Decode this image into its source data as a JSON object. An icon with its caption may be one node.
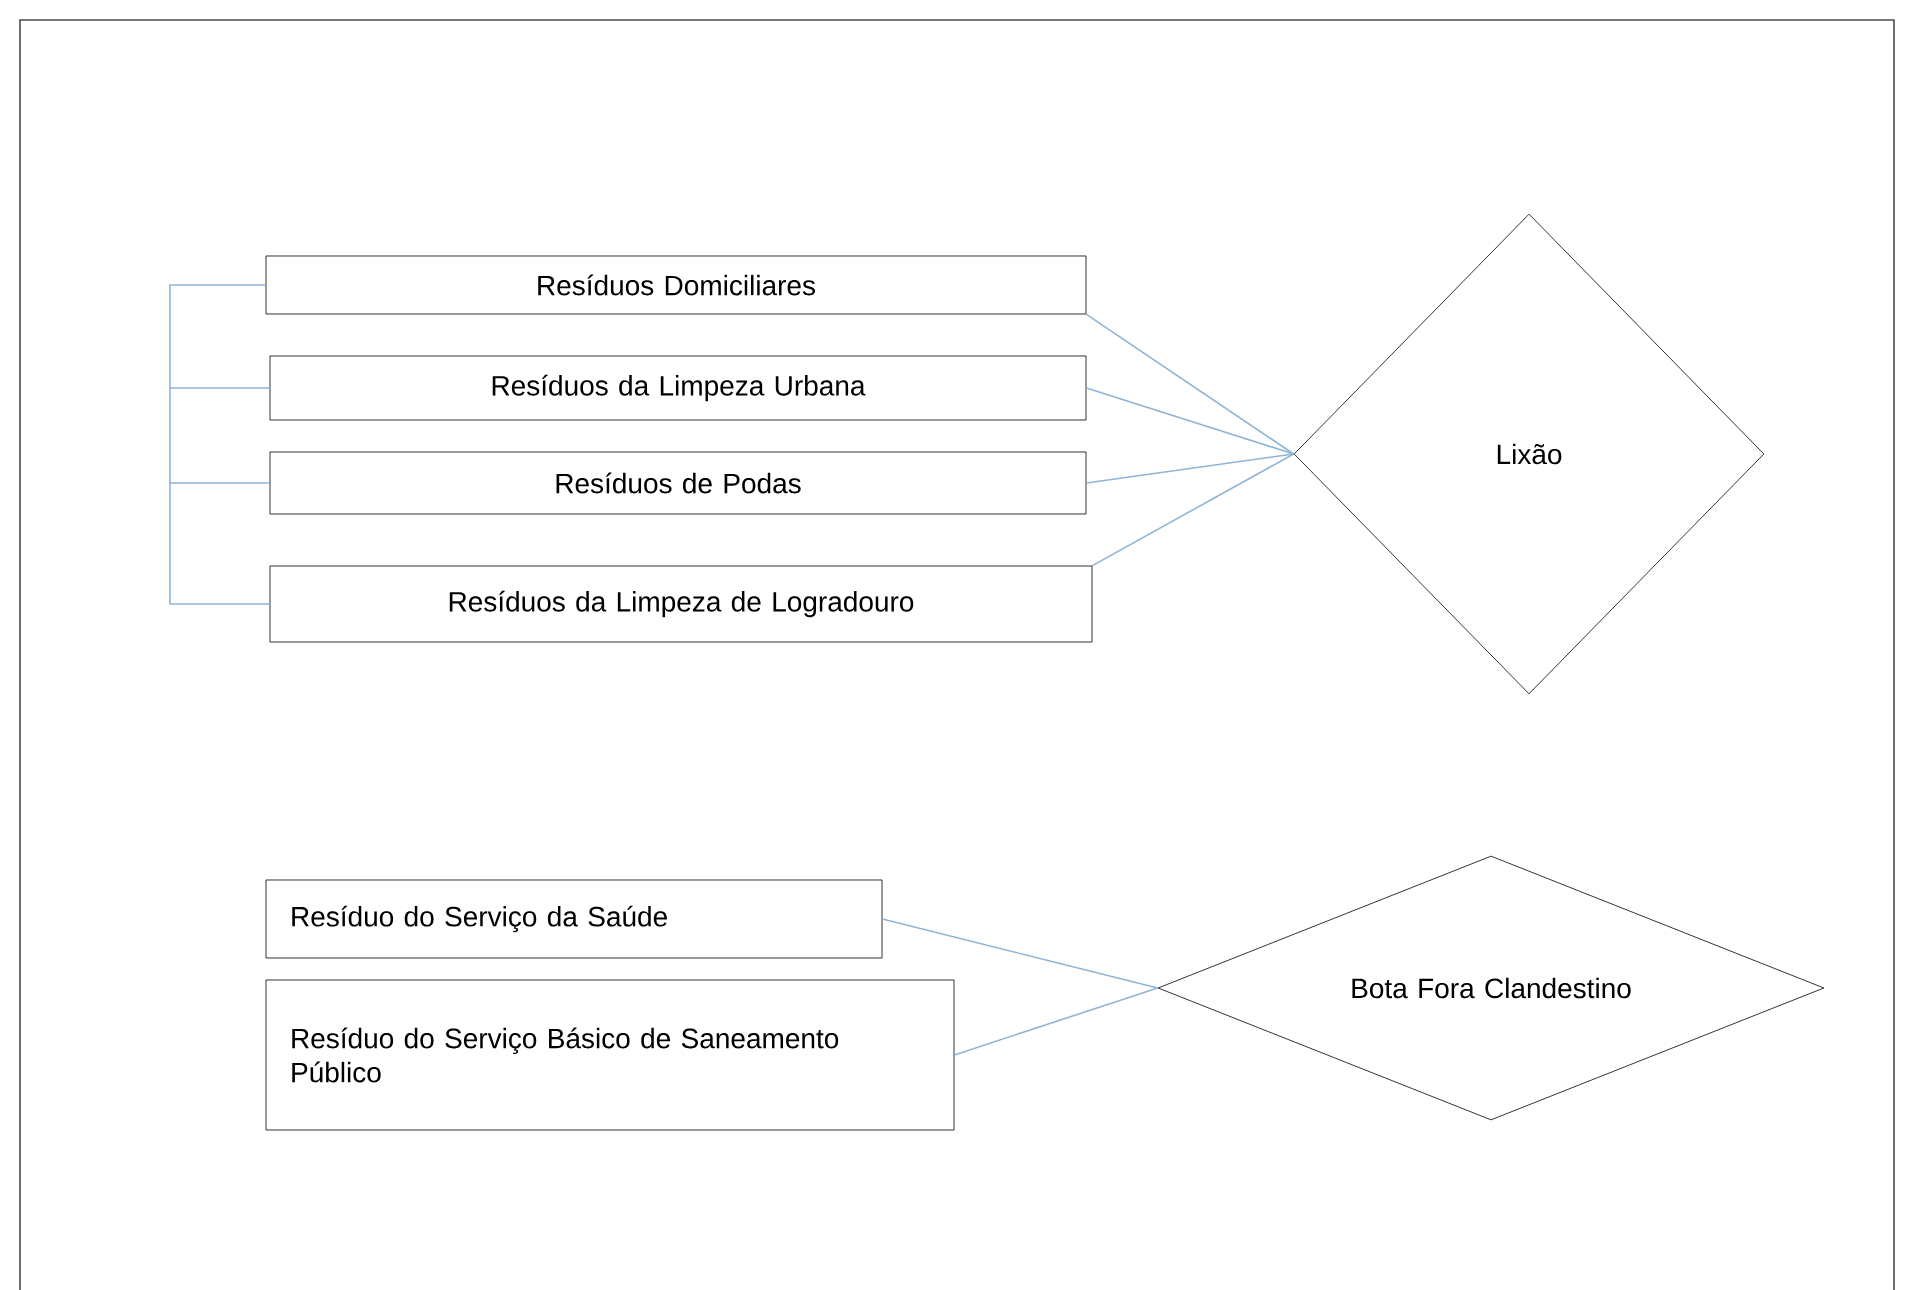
{
  "diagram": {
    "nodes": [
      {
        "text": [
          "Resíduos Domiciliares"
        ]
      },
      {
        "text": [
          "Resíduos da Limpeza Urbana"
        ]
      },
      {
        "text": [
          "Resíduos de Podas"
        ]
      },
      {
        "text": [
          "Resíduos da Limpeza de Logradouro"
        ]
      },
      {
        "text": [
          "Lixão"
        ]
      },
      {
        "text": [
          "Resíduo do Serviço da Saúde"
        ]
      },
      {
        "text": [
          "Resíduo do Serviço Básico de Saneamento Público"
        ]
      },
      {
        "text": [
          "Bota Fora Clandestino"
        ]
      }
    ],
    "edges": [
      {
        "from": 0,
        "to": 4,
        "arrow": "none"
      },
      {
        "from": 1,
        "to": 4,
        "arrow": "none"
      },
      {
        "from": 2,
        "to": 4,
        "arrow": "none"
      },
      {
        "from": 3,
        "to": 4,
        "arrow": "none"
      },
      {
        "from": 5,
        "to": 7,
        "arrow": "none"
      },
      {
        "from": 6,
        "to": 7,
        "arrow": "none"
      }
    ]
  }
}
